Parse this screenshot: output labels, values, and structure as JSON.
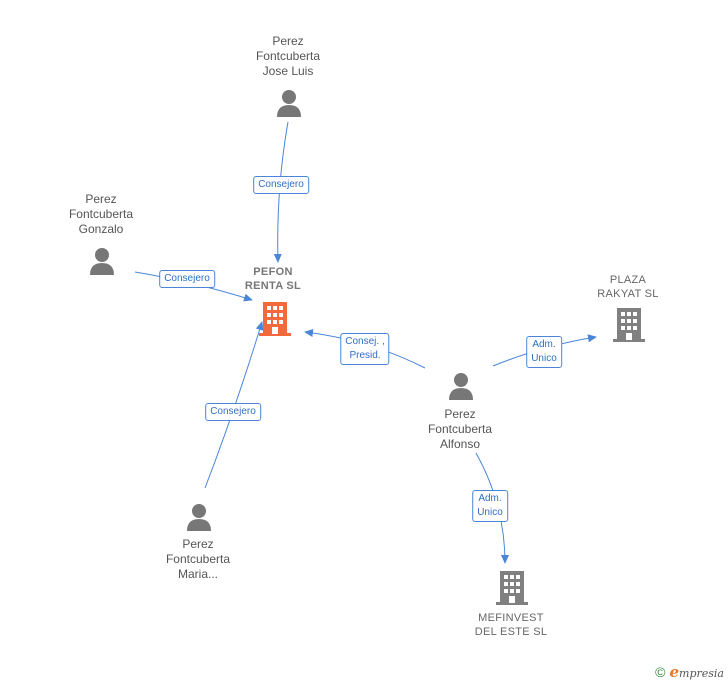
{
  "colors": {
    "edge": "#4a86d8",
    "person": "#777777",
    "company": "#808080",
    "company_main": "#f26a3c"
  },
  "nodes": {
    "jose_luis": {
      "label": "Perez\nFontcuberta\nJose Luis",
      "icon": "person-icon"
    },
    "gonzalo": {
      "label": "Perez\nFontcuberta\nGonzalo",
      "icon": "person-icon"
    },
    "maria": {
      "label": "Perez\nFontcuberta\nMaria...",
      "icon": "person-icon"
    },
    "alfonso": {
      "label": "Perez\nFontcuberta\nAlfonso",
      "icon": "person-icon"
    },
    "pefon": {
      "label": "PEFON\nRENTA SL",
      "icon": "building-icon"
    },
    "plaza": {
      "label": "PLAZA\nRAKYAT SL",
      "icon": "building-icon"
    },
    "mefinvest": {
      "label": "MEFINVEST\nDEL ESTE SL",
      "icon": "building-icon"
    }
  },
  "edges": {
    "jose_pefon": "Consejero",
    "gonzalo_pefon": "Consejero",
    "maria_pefon": "Consejero",
    "alfonso_pefon": "Consej. ,\nPresid.",
    "alfonso_plaza": "Adm.\nUnico",
    "alfonso_mefinvest": "Adm.\nUnico"
  },
  "footer": {
    "copyright": "©",
    "brand_initial": "e",
    "brand_rest": "mpresia"
  }
}
